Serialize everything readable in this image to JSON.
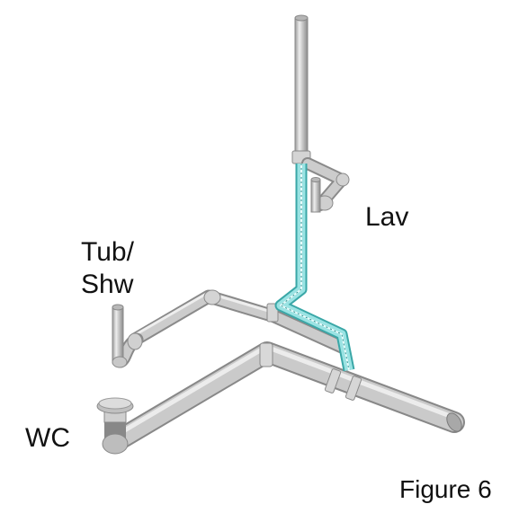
{
  "labels": {
    "lav": "Lav",
    "tub_line1": "Tub/",
    "tub_line2": "Shw",
    "wc": "WC",
    "figure": "Figure 6"
  },
  "colors": {
    "pipe": "#c8c8c8",
    "pipe_dark": "#8d8d8d",
    "pipe_light": "#eeeeee",
    "highlight": "#7fd6d6",
    "highlight_dark": "#3aa7a7",
    "text": "#111111"
  }
}
